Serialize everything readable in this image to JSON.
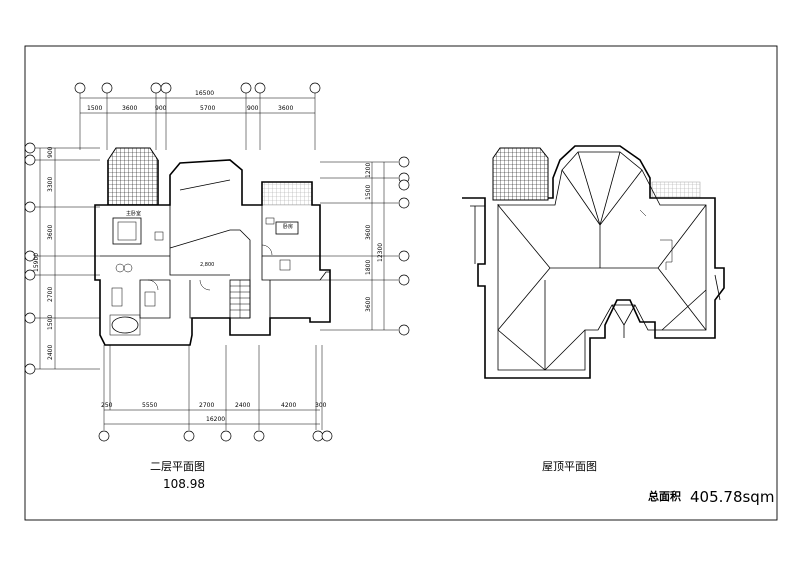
{
  "drawing": {
    "plan_second_floor": {
      "title": "二层平面图",
      "area": "108.98",
      "dims_top_total": "16500",
      "dims_top": [
        "1500",
        "3600",
        "900",
        "5700",
        "900",
        "3600"
      ],
      "dims_bottom": [
        "250",
        "5550",
        "2700",
        "2400",
        "4200",
        "300"
      ],
      "dims_bottom_total": "16200",
      "dims_left": [
        "900",
        "3300",
        "3600",
        "2700",
        "1500",
        "2400"
      ],
      "dims_left_total": "15900",
      "dims_right": [
        "1200",
        "1500",
        "3600",
        "1800",
        "3600"
      ],
      "dims_right_total": "12300",
      "room_labels": [
        "主卧室",
        "卧房"
      ],
      "inner_dim": "2,800"
    },
    "plan_roof": {
      "title": "屋顶平面图"
    },
    "total_area": {
      "label": "总面积",
      "value": "405.78sqm"
    }
  }
}
